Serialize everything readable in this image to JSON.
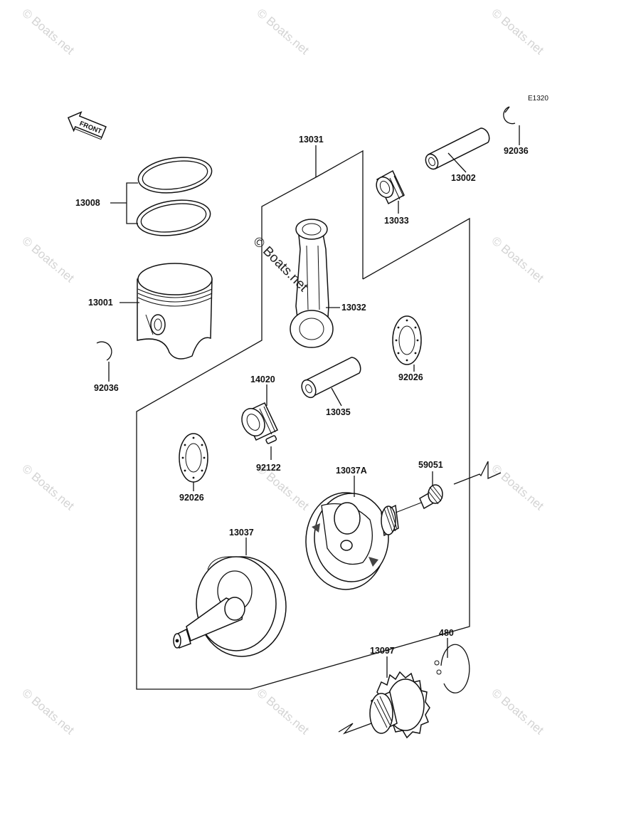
{
  "diagram": {
    "code": "E1320",
    "front_label": "FRONT",
    "watermark": "© Boats.net",
    "parts": {
      "p13031": "13031",
      "p13002": "13002",
      "p92036a": "92036",
      "p13008": "13008",
      "p13033": "13033",
      "p13001": "13001",
      "p13032": "13032",
      "p92036b": "92036",
      "p14020": "14020",
      "p92026a": "92026",
      "p13035": "13035",
      "p92026b": "92026",
      "p92122": "92122",
      "p13037A": "13037A",
      "p59051": "59051",
      "p13037": "13037",
      "p480": "480",
      "p13097": "13097"
    }
  }
}
